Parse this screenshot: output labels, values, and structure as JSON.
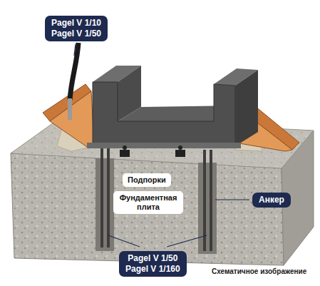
{
  "diagram": {
    "caption": "Схематичное изображение",
    "nodes": [
      {
        "text": [
          "Pagel V 1/10",
          "Pagel V 1/50"
        ]
      },
      {
        "text": [
          "Подпорки"
        ]
      },
      {
        "text": [
          "Фундаментная плита"
        ]
      },
      {
        "text": [
          "Анкер"
        ]
      },
      {
        "text": [
          "Pagel V 1/50",
          "Pagel V 1/160"
        ]
      }
    ]
  }
}
